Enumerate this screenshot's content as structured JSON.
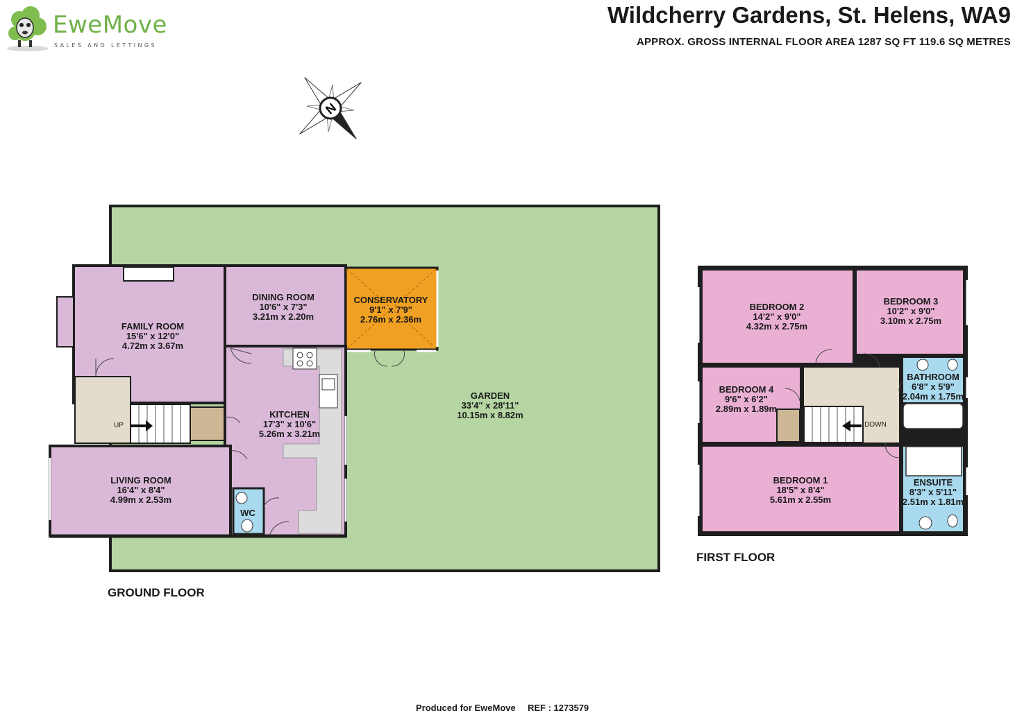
{
  "header": {
    "logo": {
      "word_a": "Ewe",
      "word_b": "Move",
      "tagline": "SALES AND LETTINGS"
    },
    "title": "Wildcherry Gardens, St. Helens, WA9",
    "subtitle": "APPROX. GROSS INTERNAL FLOOR AREA 1287 SQ FT 119.6 SQ METRES"
  },
  "compass": {
    "letter": "N",
    "icon": "compass-rose-icon"
  },
  "floors": {
    "ground": {
      "label": "GROUND FLOOR"
    },
    "first": {
      "label": "FIRST FLOOR"
    }
  },
  "rooms": {
    "family_room": {
      "name": "FAMILY ROOM",
      "imperial": "15'6\"  x 12'0\"",
      "metric": "4.72m  x 3.67m"
    },
    "dining_room": {
      "name": "DINING ROOM",
      "imperial": "10'6\"  x 7'3\"",
      "metric": "3.21m  x 2.20m"
    },
    "conservatory": {
      "name": "CONSERVATORY",
      "imperial": "9'1\"  x 7'9\"",
      "metric": "2.76m  x 2.36m"
    },
    "garden": {
      "name": "GARDEN",
      "imperial": "33'4\"  x 28'11\"",
      "metric": "10.15m  x 8.82m"
    },
    "kitchen": {
      "name": "KITCHEN",
      "imperial": "17'3\"  x 10'6\"",
      "metric": "5.26m  x 3.21m"
    },
    "living_room": {
      "name": "LIVING ROOM",
      "imperial": "16'4\"  x 8'4\"",
      "metric": "4.99m  x 2.53m"
    },
    "wc": {
      "name": "WC"
    },
    "bedroom_2": {
      "name": "BEDROOM 2",
      "imperial": "14'2\"  x 9'0\"",
      "metric": "4.32m  x 2.75m"
    },
    "bedroom_3": {
      "name": "BEDROOM 3",
      "imperial": "10'2\"  x 9'0\"",
      "metric": "3.10m  x 2.75m"
    },
    "bedroom_4": {
      "name": "BEDROOM 4",
      "imperial": "9'6\"  x 6'2\"",
      "metric": "2.89m  x 1.89m"
    },
    "bathroom": {
      "name": "BATHROOM",
      "imperial": "6'8\"  x 5'9\"",
      "metric": "2.04m  x 1.75m"
    },
    "bedroom_1": {
      "name": "BEDROOM 1",
      "imperial": "18'5\"  x 8'4\"",
      "metric": "5.61m  x 2.55m"
    },
    "ensuite": {
      "name": "ENSUITE",
      "imperial": "8'3\"  x 5'11\"",
      "metric": "2.51m  x 1.81m"
    }
  },
  "stairs": {
    "up": "UP",
    "down": "DOWN"
  },
  "footer": {
    "produced": "Produced for EweMove",
    "ref": "REF : 1273579"
  },
  "colors": {
    "garden": "#b5d6a3",
    "ground_rooms": "#d9b8d8",
    "first_rooms": "#eab0d4",
    "conservatory": "#f0a023",
    "hall": "#e3dccc",
    "wet_room": "#a9d9ee",
    "walls": "#1e1e1e",
    "brand_green": "#6fb24a"
  }
}
